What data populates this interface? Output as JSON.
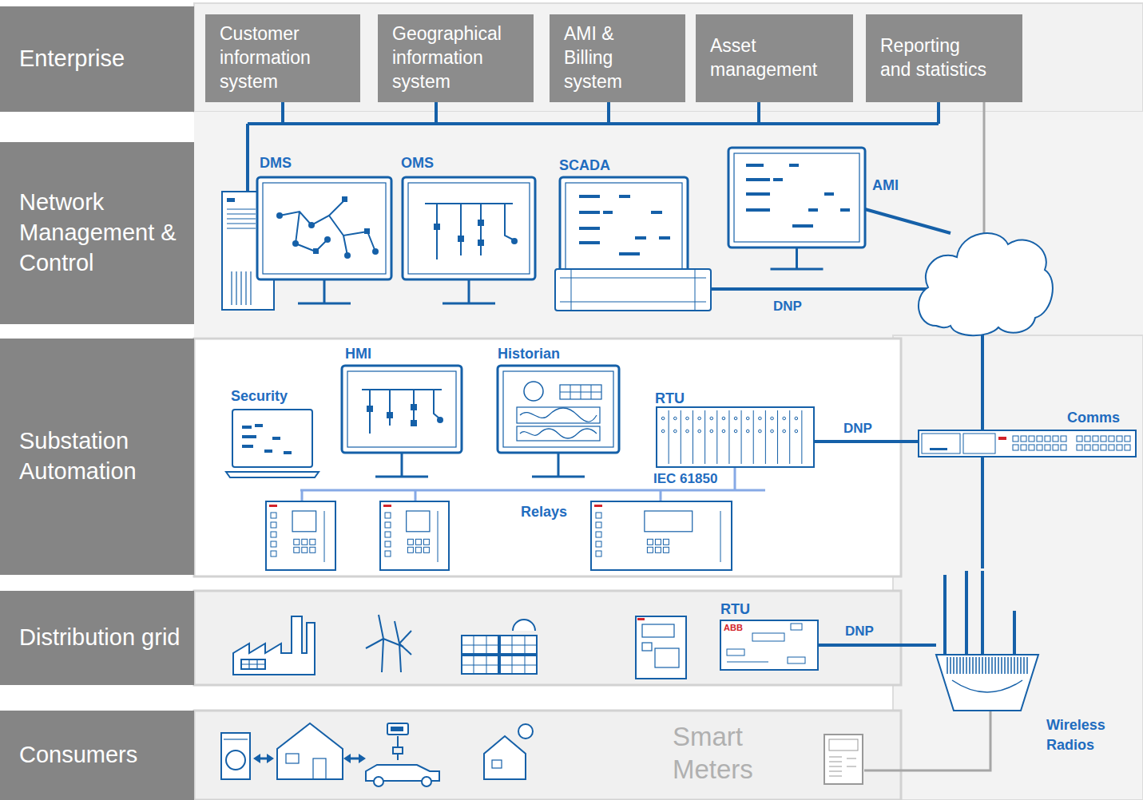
{
  "diagram": {
    "nodes": [
      {
        "text": [
          "Enterprise"
        ]
      },
      {
        "text": [
          "Customer information system"
        ]
      },
      {
        "text": [
          "Geographical information system"
        ]
      },
      {
        "text": [
          "AMI & Billing system"
        ]
      },
      {
        "text": [
          "Asset management"
        ]
      },
      {
        "text": [
          "Reporting and statistics"
        ]
      },
      {
        "text": [
          "Network Management & Control"
        ]
      },
      {
        "text": [
          "DMS"
        ]
      },
      {
        "text": [
          "OMS"
        ]
      },
      {
        "text": [
          "SCADA"
        ]
      },
      {
        "text": [
          "AMI"
        ]
      },
      {
        "text": [
          "Substation Automation"
        ]
      },
      {
        "text": [
          "Security"
        ]
      },
      {
        "text": [
          "HMI"
        ]
      },
      {
        "text": [
          "Historian"
        ]
      },
      {
        "text": [
          "RTU"
        ]
      },
      {
        "text": [
          "Relays"
        ]
      },
      {
        "text": [
          "Comms"
        ]
      },
      {
        "text": [
          "Distribution grid"
        ]
      },
      {
        "text": [
          "RTU"
        ]
      },
      {
        "text": [
          "Consumers"
        ]
      },
      {
        "text": [
          "Smart Meters"
        ]
      },
      {
        "text": [
          "Wireless Radios"
        ]
      }
    ],
    "edges": [
      {
        "from": 9,
        "to": 17,
        "arrow": "none",
        "label": "DNP"
      },
      {
        "from": 15,
        "to": 17,
        "arrow": "none",
        "label": "DNP"
      },
      {
        "from": 19,
        "to": 22,
        "arrow": "none",
        "label": "DNP"
      },
      {
        "from": 17,
        "to": 22,
        "arrow": "none"
      },
      {
        "from": 21,
        "to": 22,
        "arrow": "none"
      }
    ],
    "labels": [
      "IEC 61850",
      "ABB"
    ]
  }
}
